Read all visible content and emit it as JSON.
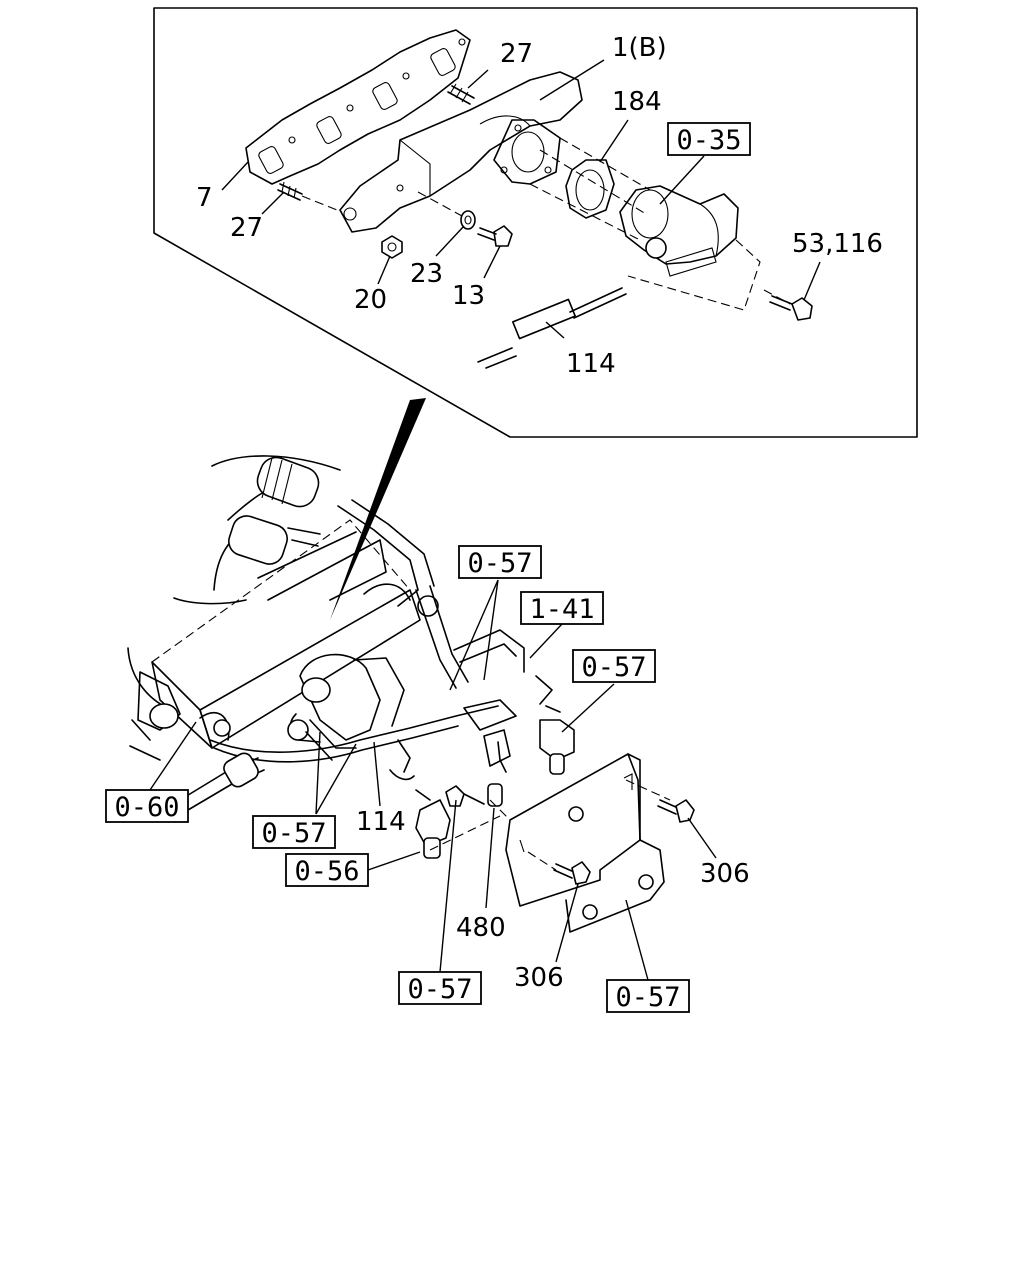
{
  "callouts": {
    "p27_top": "27",
    "p1b": "1(B)",
    "p184": "184",
    "p7": "7",
    "p27_left": "27",
    "p53_116": "53,116",
    "p23": "23",
    "p13": "13",
    "p20": "20",
    "p114_top": "114",
    "p114_bottom": "114",
    "p306_right": "306",
    "p306_bottom": "306",
    "p480": "480"
  },
  "references": {
    "r035": "0-35",
    "r057_a": "0-57",
    "r141": "1-41",
    "r057_b": "0-57",
    "r060": "0-60",
    "r057_c": "0-57",
    "r056": "0-56",
    "r057_d": "0-57",
    "r057_e": "0-57"
  }
}
